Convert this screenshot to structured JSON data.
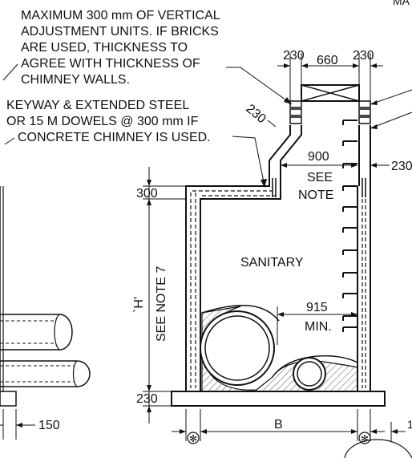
{
  "notes": {
    "vertical_adjustment": [
      "MAXIMUM 300 mm OF VERTICAL",
      "ADJUSTMENT UNITS. IF BRICKS",
      "ARE USED, THICKNESS TO",
      "AGREE WITH THICKNESS OF",
      "CHIMNEY WALLS."
    ],
    "keyway": [
      "KEYWAY & EXTENDED STEEL",
      "OR 15 M DOWELS @ 300 mm IF",
      "CONCRETE CHIMNEY IS USED."
    ],
    "corner_fragment": "MA"
  },
  "dimensions": {
    "top_left": "230",
    "top_mid": "660",
    "top_right": "230",
    "cone_wall": "230",
    "right_wall_fragment": "230",
    "bench_width": "900",
    "see_note": [
      "SEE",
      "NOTE"
    ],
    "invert_width": "915",
    "invert_min": "MIN.",
    "top_slab": "300",
    "base_slab": "230",
    "height_symbol": "`H'",
    "see_note_7": "SEE NOTE 7",
    "width_symbol": "B",
    "left_fragment": "150",
    "right_fragment": "1"
  },
  "labels": {
    "chamber": "SANITARY"
  },
  "symbols": {
    "circle_mark": "✻"
  }
}
